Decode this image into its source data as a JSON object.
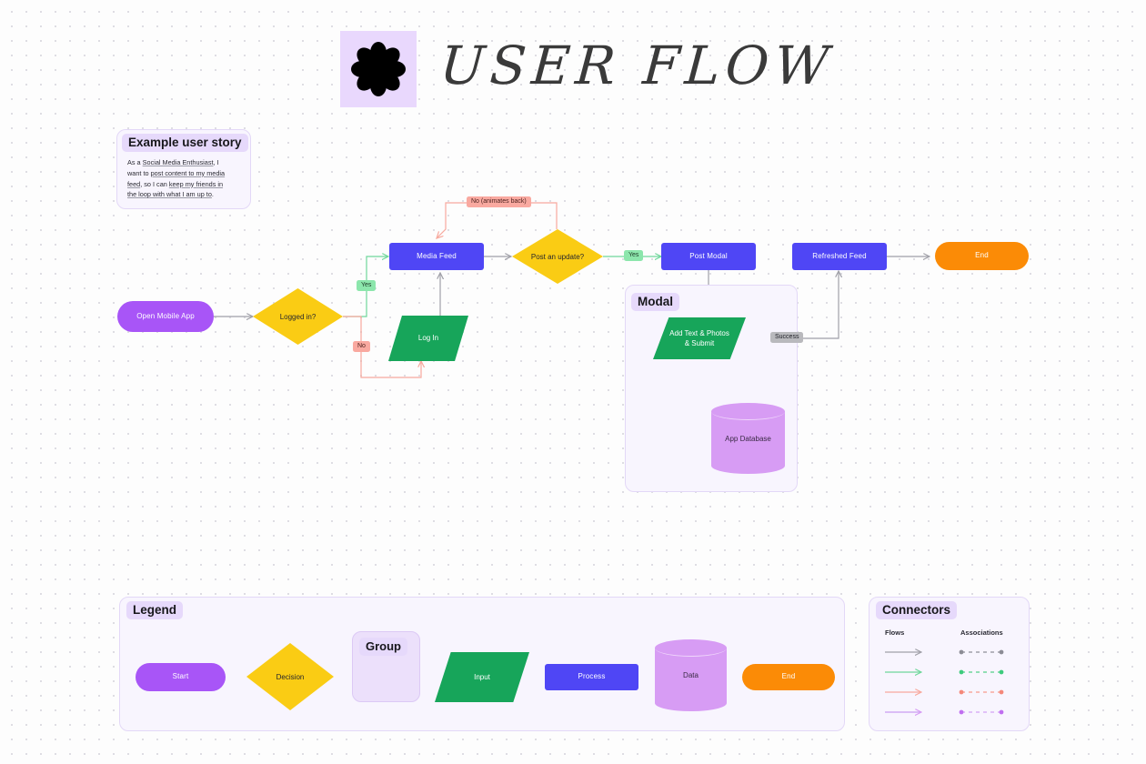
{
  "header": {
    "logo_icon": "flower-logo-icon",
    "logo_tile_color": "#e9d8fd",
    "title": "USER FLOW"
  },
  "user_story": {
    "chip_label": "Example user story",
    "line1_pre": "As a ",
    "line1_link": "Social Media Enthusiast",
    "line1_post": ", I want to post content to my media feed, so I can ",
    "line2_link": "keep my friends in the loop with what I am up to",
    "line2_post": ".",
    "full_text": "As a Social Media Enthusiast, I want to post content to my media feed, so I can keep my friends in the loop with what I am up to."
  },
  "flow": {
    "nodes": [
      {
        "id": "start",
        "label": "Open Mobile App",
        "type": "start",
        "color": "#a855f7"
      },
      {
        "id": "logged-in",
        "label": "Logged in?",
        "type": "decision",
        "color": "#facc14"
      },
      {
        "id": "log-in",
        "label": "Log In",
        "type": "input",
        "color": "#17a55a"
      },
      {
        "id": "media-feed",
        "label": "Media Feed",
        "type": "process",
        "color": "#4f46f5"
      },
      {
        "id": "post-update",
        "label": "Post an update?",
        "type": "decision",
        "color": "#facc14"
      },
      {
        "id": "post-modal",
        "label": "Post Modal",
        "type": "process",
        "color": "#4f46f5"
      },
      {
        "id": "add-text",
        "label": "Add Text & Photos\n& Submit",
        "type": "input",
        "color": "#17a55a"
      },
      {
        "id": "add-text-l1",
        "label": "Add Text & Photos",
        "type": "input-line",
        "color": "#17a55a"
      },
      {
        "id": "add-text-l2",
        "label": "& Submit",
        "type": "input-line",
        "color": "#17a55a"
      },
      {
        "id": "app-database",
        "label": "App Database",
        "type": "data",
        "color": "#d79cf4"
      },
      {
        "id": "refreshed-feed",
        "label": "Refreshed Feed",
        "type": "process",
        "color": "#4f46f5"
      },
      {
        "id": "end",
        "label": "End",
        "type": "end",
        "color": "#fb8b06"
      }
    ],
    "edge_labels": [
      {
        "id": "yes-logged-in",
        "label": "Yes",
        "style": "yes"
      },
      {
        "id": "no-logged-in",
        "label": "No",
        "style": "no"
      },
      {
        "id": "no-animates-back",
        "label": "No (animates back)",
        "style": "no"
      },
      {
        "id": "yes-post-update",
        "label": "Yes",
        "style": "yes"
      },
      {
        "id": "success",
        "label": "Success",
        "style": "neutral"
      }
    ],
    "groups": [
      {
        "id": "modal",
        "label": "Modal"
      }
    ]
  },
  "legend": {
    "chip_label": "Legend",
    "items": [
      {
        "label": "Start",
        "shape": "rounded-rect",
        "color": "#a855f7"
      },
      {
        "label": "Decision",
        "shape": "diamond",
        "color": "#facc14"
      },
      {
        "label": "Group",
        "shape": "group-box",
        "color": "#ede4fb"
      },
      {
        "label": "Input",
        "shape": "parallelogram",
        "color": "#17a55a"
      },
      {
        "label": "Process",
        "shape": "rect",
        "color": "#4f46f5"
      },
      {
        "label": "Data",
        "shape": "cylinder",
        "color": "#d79cf4"
      },
      {
        "label": "End",
        "shape": "rounded-rect",
        "color": "#fb8b06"
      }
    ]
  },
  "connectors": {
    "chip_label": "Connectors",
    "col_flows": "Flows",
    "col_associations": "Associations",
    "colors": [
      "#a0a0a8",
      "#6fd79b",
      "#f7a99e",
      "#c99cf2"
    ]
  }
}
